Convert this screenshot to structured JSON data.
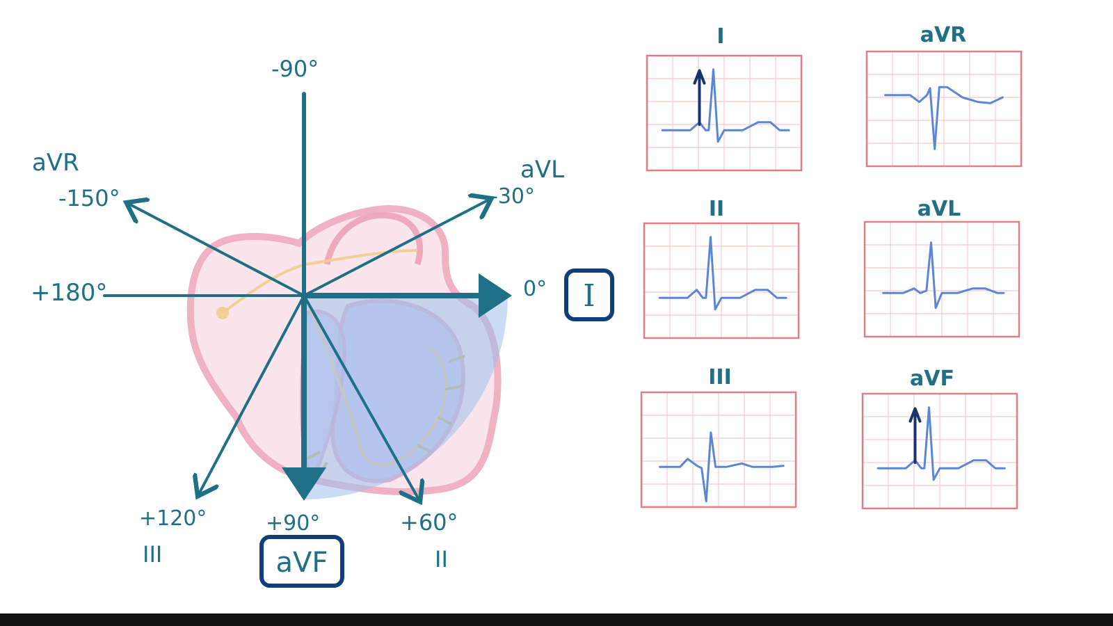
{
  "colors": {
    "axis": "#1f6f86",
    "highlight_box": "#0f3f7a",
    "heart_outline": "#efa9bd",
    "heart_fill": "#fbe3ea",
    "ventricle_fill": "#c9c6ee",
    "quadrant_fill": "#9fc1ec",
    "grid_minor": "#f6c9cc",
    "grid_border": "#e07e84",
    "trace": "#5b86d8",
    "deflection_arrow": "#16356e"
  },
  "axis_labels": {
    "minus90": "-90°",
    "aVR_name": "aVR",
    "minus150": "-150°",
    "aVL_name": "aVL",
    "minus30": "-30°",
    "plus180": "+180°",
    "zero": "0°",
    "lead_I_box": "I",
    "plus120": "+120°",
    "lead_III": "III",
    "plus90": "+90°",
    "aVF_box": "aVF",
    "plus60": "+60°",
    "lead_II": "II"
  },
  "ecg_panels": [
    {
      "title": "I",
      "shape": "upright",
      "arrow": true
    },
    {
      "title": "aVR",
      "shape": "inverted",
      "arrow": false
    },
    {
      "title": "II",
      "shape": "upright",
      "arrow": false
    },
    {
      "title": "aVL",
      "shape": "upright_small",
      "arrow": false
    },
    {
      "title": "III",
      "shape": "biphasic",
      "arrow": false
    },
    {
      "title": "aVF",
      "shape": "upright",
      "arrow": true
    }
  ]
}
